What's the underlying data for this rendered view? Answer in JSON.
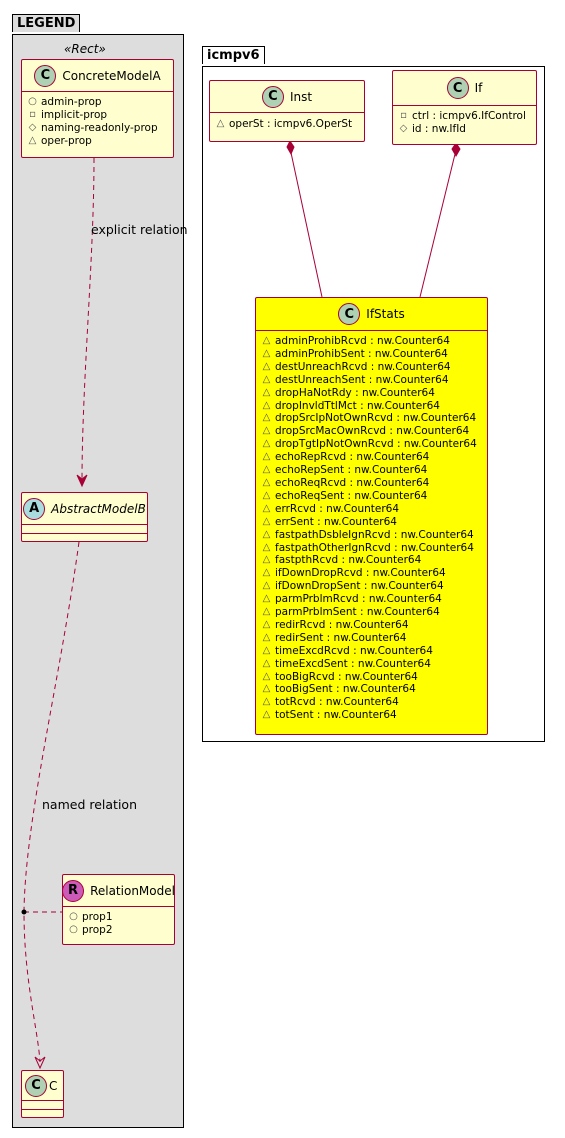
{
  "legend": {
    "title": "LEGEND",
    "stereotype": "«Rect»",
    "concrete": {
      "letter": "C",
      "name": "ConcreteModelA",
      "attrs": [
        {
          "vis": "○",
          "text": "admin-prop"
        },
        {
          "vis": "▫",
          "text": "implicit-prop"
        },
        {
          "vis": "◇",
          "text": "naming-readonly-prop"
        },
        {
          "vis": "△",
          "text": "oper-prop"
        }
      ]
    },
    "explicit_label": "explicit relation",
    "abstract": {
      "letter": "A",
      "name": "AbstractModelB"
    },
    "named_label": "named relation",
    "relation": {
      "letter": "R",
      "name": "RelationModel",
      "attrs": [
        {
          "vis": "○",
          "text": "prop1"
        },
        {
          "vis": "○",
          "text": "prop2"
        }
      ]
    },
    "c_class": {
      "letter": "C",
      "name": "C"
    }
  },
  "icmpv6": {
    "title": "icmpv6",
    "inst": {
      "letter": "C",
      "name": "Inst",
      "attrs": [
        {
          "vis": "△",
          "text": "operSt : icmpv6.OperSt"
        }
      ]
    },
    "if_class": {
      "letter": "C",
      "name": "If",
      "attrs": [
        {
          "vis": "▫",
          "text": "ctrl : icmpv6.IfControl"
        },
        {
          "vis": "◇",
          "text": "id : nw.IfId"
        }
      ]
    },
    "ifstats": {
      "letter": "C",
      "name": "IfStats",
      "attrs": [
        {
          "vis": "△",
          "text": "adminProhibRcvd : nw.Counter64"
        },
        {
          "vis": "△",
          "text": "adminProhibSent : nw.Counter64"
        },
        {
          "vis": "△",
          "text": "destUnreachRcvd : nw.Counter64"
        },
        {
          "vis": "△",
          "text": "destUnreachSent : nw.Counter64"
        },
        {
          "vis": "△",
          "text": "dropHaNotRdy : nw.Counter64"
        },
        {
          "vis": "△",
          "text": "dropInvldTtlMct : nw.Counter64"
        },
        {
          "vis": "△",
          "text": "dropSrcIpNotOwnRcvd : nw.Counter64"
        },
        {
          "vis": "△",
          "text": "dropSrcMacOwnRcvd : nw.Counter64"
        },
        {
          "vis": "△",
          "text": "dropTgtIpNotOwnRcvd : nw.Counter64"
        },
        {
          "vis": "△",
          "text": "echoRepRcvd : nw.Counter64"
        },
        {
          "vis": "△",
          "text": "echoRepSent : nw.Counter64"
        },
        {
          "vis": "△",
          "text": "echoReqRcvd : nw.Counter64"
        },
        {
          "vis": "△",
          "text": "echoReqSent : nw.Counter64"
        },
        {
          "vis": "△",
          "text": "errRcvd : nw.Counter64"
        },
        {
          "vis": "△",
          "text": "errSent : nw.Counter64"
        },
        {
          "vis": "△",
          "text": "fastpathDsbleIgnRcvd : nw.Counter64"
        },
        {
          "vis": "△",
          "text": "fastpathOtherIgnRcvd : nw.Counter64"
        },
        {
          "vis": "△",
          "text": "fastpthRcvd : nw.Counter64"
        },
        {
          "vis": "△",
          "text": "ifDownDropRcvd : nw.Counter64"
        },
        {
          "vis": "△",
          "text": "ifDownDropSent : nw.Counter64"
        },
        {
          "vis": "△",
          "text": "parmPrblmRcvd : nw.Counter64"
        },
        {
          "vis": "△",
          "text": "parmPrblmSent : nw.Counter64"
        },
        {
          "vis": "△",
          "text": "redirRcvd : nw.Counter64"
        },
        {
          "vis": "△",
          "text": "redirSent : nw.Counter64"
        },
        {
          "vis": "△",
          "text": "timeExcdRcvd : nw.Counter64"
        },
        {
          "vis": "△",
          "text": "timeExcdSent : nw.Counter64"
        },
        {
          "vis": "△",
          "text": "tooBigRcvd : nw.Counter64"
        },
        {
          "vis": "△",
          "text": "tooBigSent : nw.Counter64"
        },
        {
          "vis": "△",
          "text": "totRcvd : nw.Counter64"
        },
        {
          "vis": "△",
          "text": "totSent : nw.Counter64"
        }
      ]
    }
  },
  "colors": {
    "class_fill": "#FEFECE",
    "class_border": "#A80036",
    "highlight_fill": "#FFFF00",
    "legend_fill": "#DDDDDD"
  }
}
